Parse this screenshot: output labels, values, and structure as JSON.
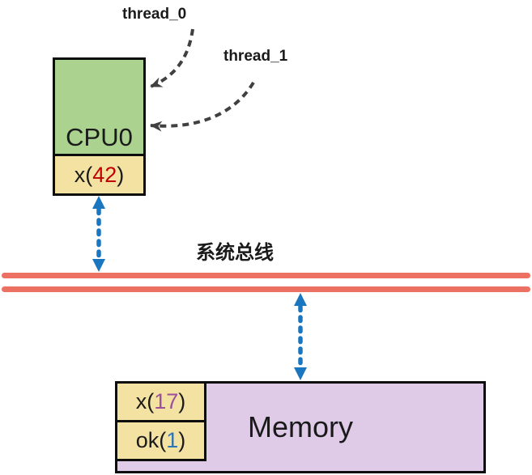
{
  "labels": {
    "thread0": "thread_0",
    "thread1": "thread_1",
    "bus": "系统总线"
  },
  "cpu": {
    "name": "CPU0",
    "cell": {
      "open": "x(",
      "value": "42",
      "close": ")"
    }
  },
  "memory": {
    "name": "Memory",
    "cells": [
      {
        "open": "x(",
        "value": "17",
        "close": ")"
      },
      {
        "open": "ok(",
        "value": "1",
        "close": ")"
      }
    ]
  },
  "colors": {
    "cpu_fill": "#ABD28F",
    "cell_fill": "#F3E2A2",
    "memory_fill": "#DFCBE8",
    "bus_line": "#EC7163",
    "arrow_blue": "#1B76C0",
    "value_red": "#C00000",
    "value_purple": "#9C4F9C",
    "value_blue": "#2E75B6",
    "thread_arrow": "#404040",
    "border": "#0D0D0D"
  }
}
